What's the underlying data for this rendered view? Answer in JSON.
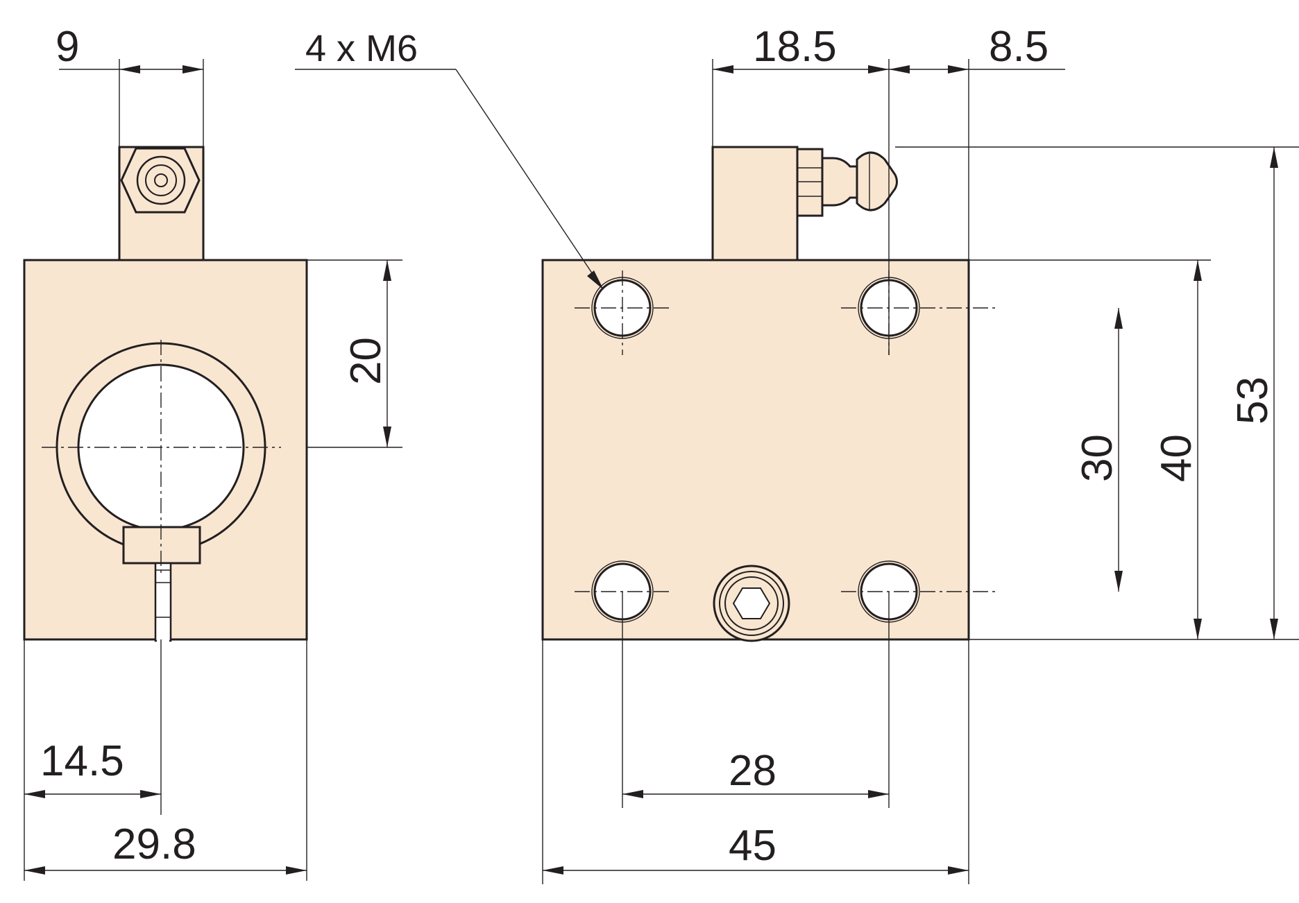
{
  "dimensions": {
    "top_left_width": "9",
    "thread_note": "4 x M6",
    "top_right_offset": "18.5",
    "top_right_small": "8.5",
    "left_height": "20",
    "height_30": "30",
    "height_40": "40",
    "height_53": "53",
    "left_half_width": "14.5",
    "left_total_width": "29.8",
    "hole_spacing": "28",
    "right_total_width": "45"
  },
  "colors": {
    "part_fill": "#f8e6d1",
    "line": "#231f20",
    "background": "#ffffff"
  }
}
